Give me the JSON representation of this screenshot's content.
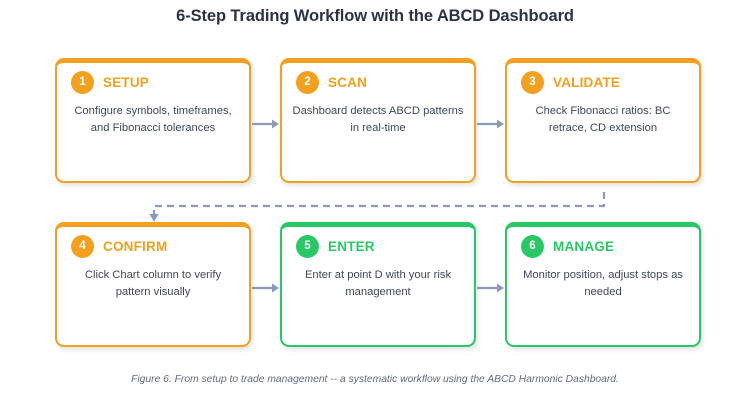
{
  "figure": {
    "title": "6-Step Trading Workflow with the ABCD Dashboard",
    "caption": "Figure 6. From setup to trade management -- a systematic workflow using the ABCD Harmonic Dashboard."
  },
  "colors": {
    "orange": "#f2a01e",
    "green": "#28c965",
    "title_text": "#2b3248",
    "body_text": "#3e4760",
    "caption_text": "#5d6b86",
    "connector": "#8c9bb5",
    "background": "#ffffff"
  },
  "steps": [
    {
      "number": "1",
      "title": "SETUP",
      "description": "Configure symbols, timeframes, and Fibonacci tolerances",
      "color": "orange"
    },
    {
      "number": "2",
      "title": "SCAN",
      "description": "Dashboard detects ABCD patterns in real-time",
      "color": "orange"
    },
    {
      "number": "3",
      "title": "VALIDATE",
      "description": "Check Fibonacci ratios: BC retrace, CD extension",
      "color": "orange"
    },
    {
      "number": "4",
      "title": "CONFIRM",
      "description": "Click Chart column to verify pattern visually",
      "color": "orange"
    },
    {
      "number": "5",
      "title": "ENTER",
      "description": "Enter at point D with your risk management",
      "color": "green"
    },
    {
      "number": "6",
      "title": "MANAGE",
      "description": "Monitor position, adjust stops as needed",
      "color": "green"
    }
  ],
  "connectors": [
    {
      "name": "arrow-step1-to-step2",
      "type": "solid-arrow-right"
    },
    {
      "name": "arrow-step2-to-step3",
      "type": "solid-arrow-right"
    },
    {
      "name": "arrow-step3-to-step4",
      "type": "dashed-arrow-down"
    },
    {
      "name": "arrow-step4-to-step5",
      "type": "solid-arrow-right"
    },
    {
      "name": "arrow-step5-to-step6",
      "type": "solid-arrow-right"
    }
  ]
}
